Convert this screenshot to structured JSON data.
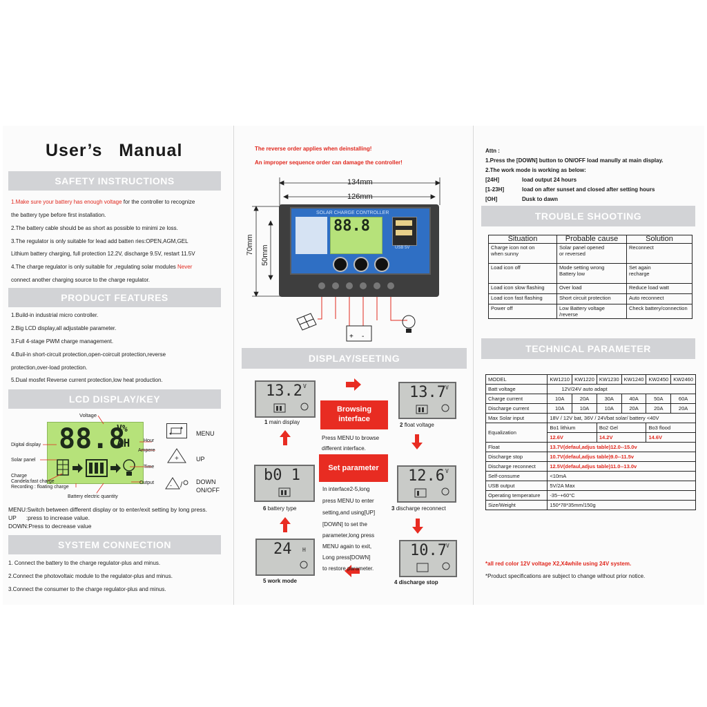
{
  "left": {
    "title": "User’s   Manual",
    "safety": {
      "header": "SAFETY INSTRUCTIONS",
      "l1_red": "1.Make sure your battery has enough voltage",
      "l1_rest": " for the controller to recognize",
      "l2": "the battery type before first installation.",
      "l3": "2.The battery cable should be as short as possible to minimi ze loss.",
      "l4": "3.The regulator is only suitable for lead add batten ries:OPEN,AGM,GEL",
      "l5": "Lithium battery charging, full protection 12.2V, discharge 9.5V, restart 11.5V",
      "l6a": "4.The charge regulator is only suitable for ,regulating solar modules ",
      "l6b": "Never",
      "l7": "connect another charging source to the charge regulator."
    },
    "features": {
      "header": "PRODUCT  FEATURES",
      "items": [
        "1.Build-in industrial micro controller.",
        "2.Big LCD display,all adjustable parameter.",
        "3.Full 4-stage PWM  charge management.",
        "4.Buil-in short-circuit protection,open-coircuit protection,reverse",
        "protection,over-load protection.",
        "5.Dual mosfet Reverse current protection,low heat production."
      ]
    },
    "lcd": {
      "header": "LCD DISPLAY/KEY",
      "digits": "88.8",
      "unit_top": "V%",
      "unit_bottom": "AH",
      "labels": {
        "voltage": "Voltage",
        "digital": "Digital display",
        "hour": "Hour",
        "ampere": "Ampere",
        "solar": "Solar panel",
        "time": "Time",
        "charge": "Charge",
        "candela": "Candela:fast charge",
        "recording": "Recording : floating  charge",
        "output": "Output",
        "battery_qty": "Battery electric quantity"
      },
      "keys": {
        "menu": "MENU",
        "up": "UP",
        "down": "DOWN",
        "onoff": "ON/OFF"
      },
      "notes": [
        "MENU:Switch between different display or to enter/exit setting by long press.",
        "UP      :press to increase value.",
        "DOWN:Press to decrease value"
      ]
    },
    "system": {
      "header": "SYSTEM CONNECTION",
      "items": [
        "1. Connect the battery to the charge regulator-plus and minus.",
        "2.Connect the photovoltaic module to the regulator-plus and minus.",
        "3.Connect the consumer to the charge regulator-plus and minus."
      ]
    }
  },
  "middle": {
    "warn1": "The reverse order applies when deinstalling!",
    "warn2": "An improper sequence order can damage the controller!",
    "dim134": "134mm",
    "dim126": "126mm",
    "dim70": "70mm",
    "dim50": "50mm",
    "device_label": "SOLAR CHARGE CONTROLLER",
    "device_digits": "88.8",
    "usb_label": "USB 5V",
    "display_header": "DISPLAY/SEETING",
    "screens": [
      {
        "value": "13.2",
        "unit": "V",
        "label": "main display",
        "num": "1"
      },
      {
        "value": "13.7",
        "unit": "V",
        "label": "float voltage",
        "num": "2"
      },
      {
        "value": "12.6",
        "unit": "V",
        "label": "discharge reconnect",
        "num": "3"
      },
      {
        "value": "10.7",
        "unit": "V",
        "label": "discharge stop",
        "num": "4"
      },
      {
        "value": "24",
        "unit": "H",
        "label": "work mode",
        "num": "5"
      },
      {
        "value": "b0 1",
        "unit": "",
        "label": "battery type",
        "num": "6"
      }
    ],
    "browsing_title": "Browsing\ninterface",
    "browsing_text1": "Press MENU to browse",
    "browsing_text2": "different  interface.",
    "set_title": "Set parameter",
    "set_lines": [
      "In interface2-5,long",
      "press MENU to enter",
      "setting,and using[UP]",
      "[DOWN] to set the",
      "parameter,long press",
      "MENU again to exit,",
      "Long press[DOWN]",
      "to restore parameter."
    ]
  },
  "right": {
    "attn": [
      "Attn :",
      "1.Press the [DOWN] button to ON/OFF load manully at main display.",
      "2.The work mode is working as below:"
    ],
    "modes": [
      {
        "k": "[24H]",
        "v": "load output 24 hours"
      },
      {
        "k": "[1-23H]",
        "v": "load on after sunset and closed after setting hours"
      },
      {
        "k": "[OH]",
        "v": "Dusk to dawn"
      }
    ],
    "trouble_header": "TROUBLE SHOOTING",
    "trouble_cols": [
      "Situation",
      "Probable cause",
      "Solution"
    ],
    "trouble_rows": [
      [
        "Charge icon not on\nwhen  sunny",
        "Solar  panel  opened\nor reversed",
        "Reconnect\n "
      ],
      [
        "Load icon off",
        "Mode setting wrong\nBattery low",
        "Set again\nrecharge"
      ],
      [
        "Load icon slow flashing",
        "Over load",
        "Reduce load watt"
      ],
      [
        "Load icon fast flashing",
        "Short circuit protection",
        "Auto  reconnect"
      ],
      [
        "Power off",
        "Low Battery voltage\n/reverse",
        "Check battery/connection"
      ]
    ],
    "tech_header": "TECHNICAL PARAMETER",
    "models": [
      "KW1210",
      "KW1220",
      "KW1230",
      "KW1240",
      "KW2450",
      "KW2460"
    ],
    "model_label": "MODEL",
    "batt_voltage": {
      "label": "Batt voltage",
      "value": "12V/24V   auto adapt"
    },
    "charge_current": {
      "label": "Charge current",
      "values": [
        "10A",
        "20A",
        "30A",
        "40A",
        "50A",
        "60A"
      ]
    },
    "discharge_current": {
      "label": "Discharge current",
      "values": [
        "10A",
        "10A",
        "10A",
        "20A",
        "20A",
        "20A"
      ]
    },
    "max_solar": {
      "label": "Max Solar input",
      "value": "18V  / 12V bat, 36V / 24Vbat  solar/ battery     <40V"
    },
    "equalization": {
      "label": "Equalization",
      "types": [
        "Bo1  lithium",
        "Bo2 Gel",
        "Bo3 flood"
      ],
      "values": [
        "12.6V",
        "14.2V",
        "14.6V"
      ]
    },
    "float": {
      "label": "Float",
      "value": "13.7V(defaul,adjus table)12.0--15.0v"
    },
    "discharge_stop": {
      "label": "Discharge stop",
      "value": "10.7V(defaul,adjus table)9.0--11.5v"
    },
    "discharge_reconnect": {
      "label": "Discharge reconnect",
      "value": "12.5V(defaul,adjus table)11.0--13.0v"
    },
    "self_consume": {
      "label": "Self-consume",
      "value": "<10mA"
    },
    "usb_output": {
      "label": "USB output",
      "value": "5V/2A Max"
    },
    "op_temp": {
      "label": "Operating temperature",
      "value": "-35~+60°C"
    },
    "size_weight": {
      "label": "Size/Weight",
      "value": "150*78*35mm/150g"
    },
    "note_red": "*all red color 12V voltage X2,X4while using 24V system.",
    "note": "*Product specifications are subject to change without prior notice."
  },
  "colors": {
    "banner": "#d2d3d6",
    "red": "#e0281e",
    "lcd_green": "#b6e27a",
    "device_blue": "#2f6fc4"
  }
}
